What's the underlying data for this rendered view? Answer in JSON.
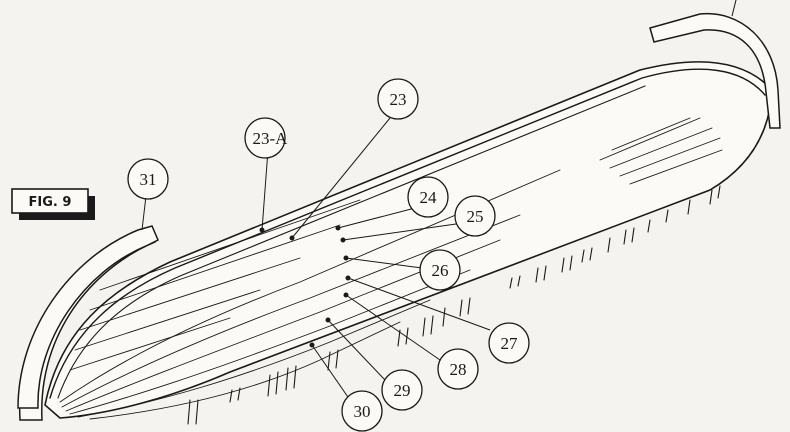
{
  "figure_label": "FIG. 9",
  "callouts": [
    {
      "id": "23A",
      "label": "23-A"
    },
    {
      "id": "23",
      "label": "23"
    },
    {
      "id": "24",
      "label": "24"
    },
    {
      "id": "25",
      "label": "25"
    },
    {
      "id": "26",
      "label": "26"
    },
    {
      "id": "27",
      "label": "27"
    },
    {
      "id": "28",
      "label": "28"
    },
    {
      "id": "29",
      "label": "29"
    },
    {
      "id": "30",
      "label": "30"
    },
    {
      "id": "31",
      "label": "31"
    }
  ],
  "colors": {
    "line": "#1a1a1a",
    "paper": "#f4f3ef"
  }
}
